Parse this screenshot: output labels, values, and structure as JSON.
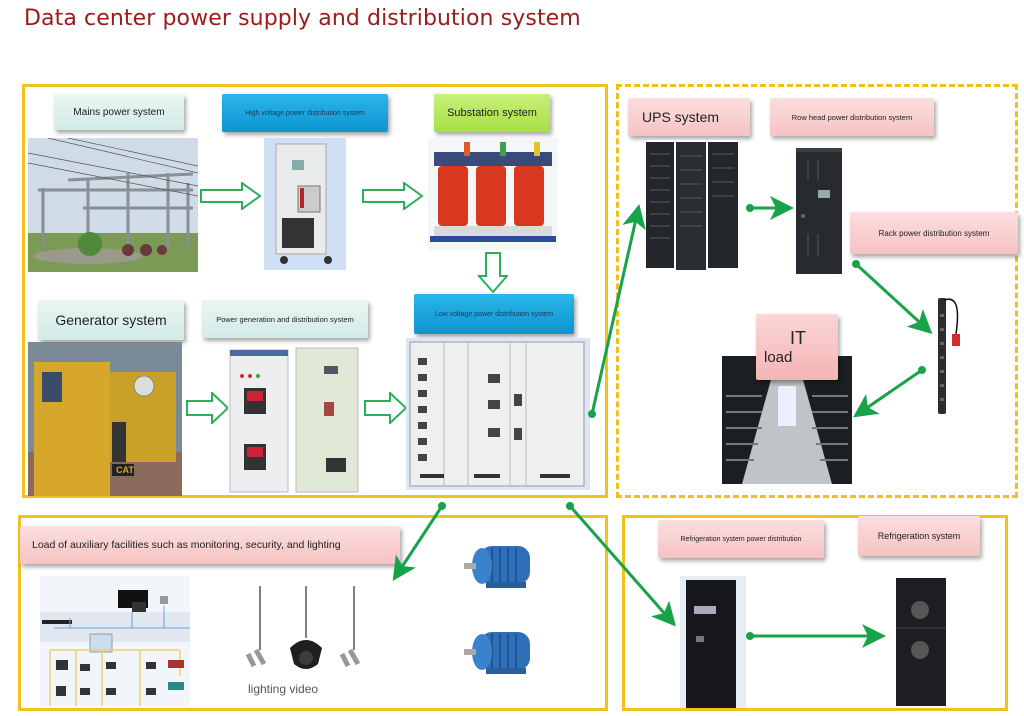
{
  "title": "Data center power supply and distribution system",
  "colors": {
    "title": "#9b1b1b",
    "frame": "#f2c21a",
    "arrow_green": "#17a34a",
    "hollow_arrow": "#2eae5a",
    "label_mint": "#dff1ed",
    "label_blue": "#18a5dc",
    "label_green": "#b5e65a",
    "label_pink": "#f8cccc"
  },
  "main_supply": {
    "mains_power": {
      "label": "Mains power system",
      "icon": "substation-towers-photo"
    },
    "high_voltage": {
      "label": "High voltage power distribution system",
      "icon": "hv-switchgear-photo"
    },
    "substation": {
      "label": "Substation system",
      "icon": "transformer-photo"
    },
    "generator": {
      "label": "Generator system",
      "icon": "generator-photo"
    },
    "power_generation": {
      "label": "Power generation and distribution system",
      "icon": "generator-switchgear-photo"
    },
    "low_voltage": {
      "label": "Low voltage power distribution system",
      "icon": "lv-switchboard-photo"
    }
  },
  "it_supply": {
    "ups": {
      "label": "UPS system",
      "icon": "ups-rack-photo"
    },
    "row_head": {
      "label": "Row head power distribution system",
      "icon": "row-pdu-cabinet-photo"
    },
    "rack_pdu": {
      "label": "Rack power distribution system",
      "icon": "rack-pdu-strip-photo"
    },
    "it_load": {
      "label_line1": "IT",
      "label_line2": "load",
      "icon": "server-aisle-photo"
    }
  },
  "auxiliary": {
    "label": "Load of auxiliary facilities such as monitoring, security, and lighting",
    "lighting_video_label": "lighting video",
    "icons": [
      "monitoring-network-diagram",
      "light-fixture",
      "dome-camera",
      "light-fixture",
      "electric-motor",
      "electric-motor"
    ]
  },
  "refrigeration": {
    "power_distribution": {
      "label": "Refrigeration system power distribution",
      "icon": "refrigeration-pdu-cabinet-photo"
    },
    "system": {
      "label": "Refrigeration system",
      "icon": "precision-ac-unit-photo"
    }
  }
}
